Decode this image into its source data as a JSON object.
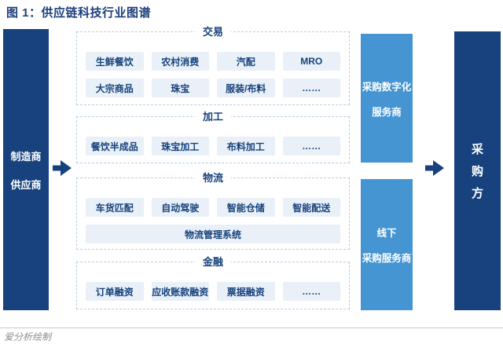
{
  "title": "图 1：供应链科技行业图谱",
  "footer": {
    "credit": "爱分析绘制"
  },
  "colors": {
    "navy": "#17427d",
    "medium_blue": "#4695d3",
    "chip_bg": "#e9f0f8",
    "chip_text": "#17427d",
    "dashed_border": "#b5cce4",
    "title_text": "#1d3e7c",
    "credit_text": "#8d8d8d"
  },
  "left_bar": {
    "lines": [
      "制造商",
      "供应商"
    ]
  },
  "mid_bar_digital": {
    "lines": [
      "采购数字化",
      "服务商"
    ]
  },
  "mid_bar_offline": {
    "lines": [
      "线下",
      "采购服务商"
    ]
  },
  "right_bar": {
    "label": "采购方",
    "chars": [
      "采",
      "购",
      "方"
    ]
  },
  "sections": [
    {
      "name": "交易",
      "rows": [
        [
          "生鲜餐饮",
          "农村消费",
          "汽配",
          "MRO"
        ],
        [
          "大宗商品",
          "珠宝",
          "服装/布料",
          "……"
        ]
      ]
    },
    {
      "name": "加工",
      "rows": [
        [
          "餐饮半成品",
          "珠宝加工",
          "布料加工",
          "……"
        ]
      ]
    },
    {
      "name": "物流",
      "rows": [
        [
          "车货匹配",
          "自动驾驶",
          "智能仓储",
          "智能配送"
        ],
        [
          "物流管理系统"
        ]
      ]
    },
    {
      "name": "金融",
      "rows": [
        [
          "订单融资",
          "应收账款融资",
          "票据融资",
          "……"
        ]
      ]
    }
  ]
}
